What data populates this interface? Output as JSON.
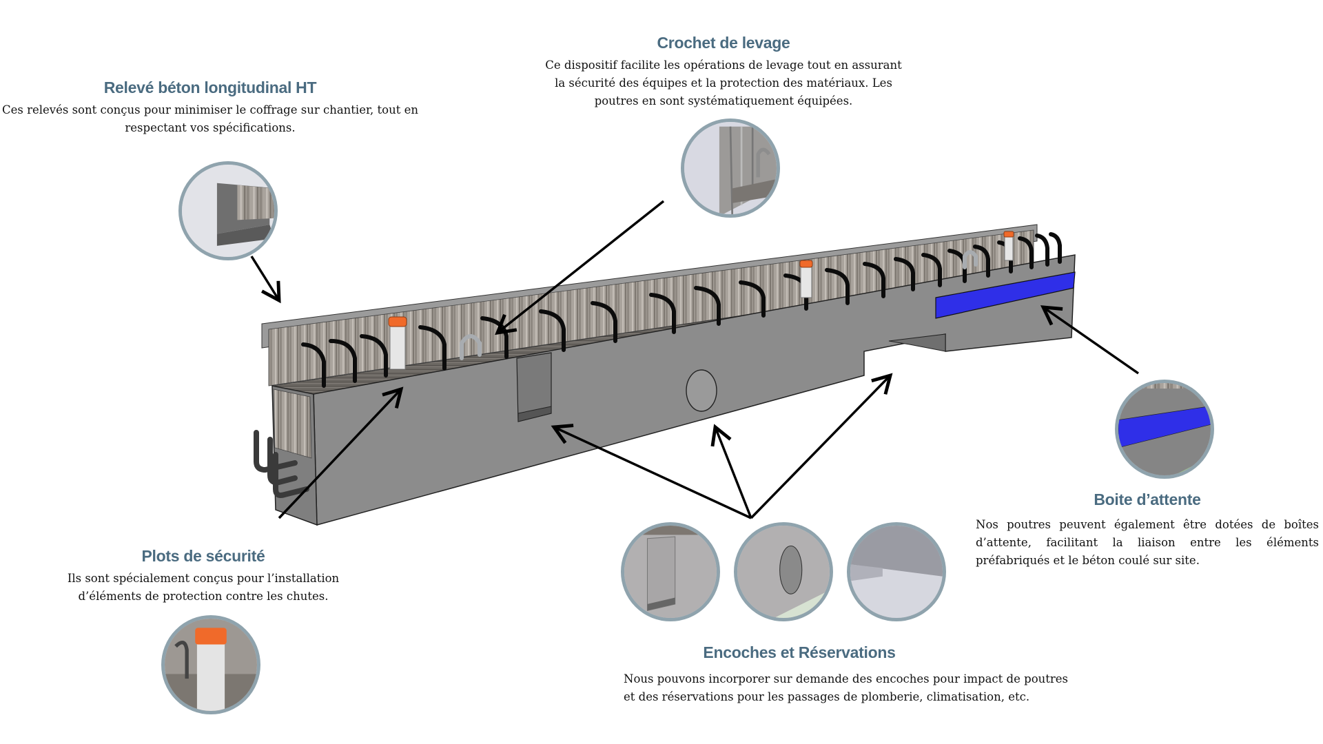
{
  "callouts": {
    "releve": {
      "title": "Relevé béton longitudinal HT",
      "line1": "Ces relevés sont conçus pour minimiser le coffrage sur chantier, tout en",
      "line2": "respectant vos spécifications."
    },
    "crochet": {
      "title": "Crochet de levage",
      "line1": "Ce dispositif facilite les opérations de levage tout en assurant",
      "line2": "la sécurité des équipes et la protection des matériaux. Les",
      "line3": "poutres en sont systématiquement équipées."
    },
    "boite": {
      "title": "Boite d’attente",
      "text": "Nos poutres peuvent également être dotées de boîtes d’attente, facilitant la liaison entre les éléments préfabriqués et le béton coulé sur site."
    },
    "plots": {
      "title": "Plots de sécurité",
      "line1": "Ils sont spécialement conçus pour l’installation",
      "line2": "d’éléments de protection contre les chutes."
    },
    "encoches": {
      "title": "Encoches et Réservations",
      "line1": "Nous pouvons incorporer sur demande des encoches pour impact de poutres",
      "line2": "et des réservations pour les passages de plomberie, climatisation, etc."
    }
  },
  "colors": {
    "heading": "#4a6b80",
    "concrete": "#8c8c8c",
    "reservation_box": "#2f2fe8",
    "safety_cap": "#f06a2a",
    "thumb_border": "#8fa3ad"
  }
}
